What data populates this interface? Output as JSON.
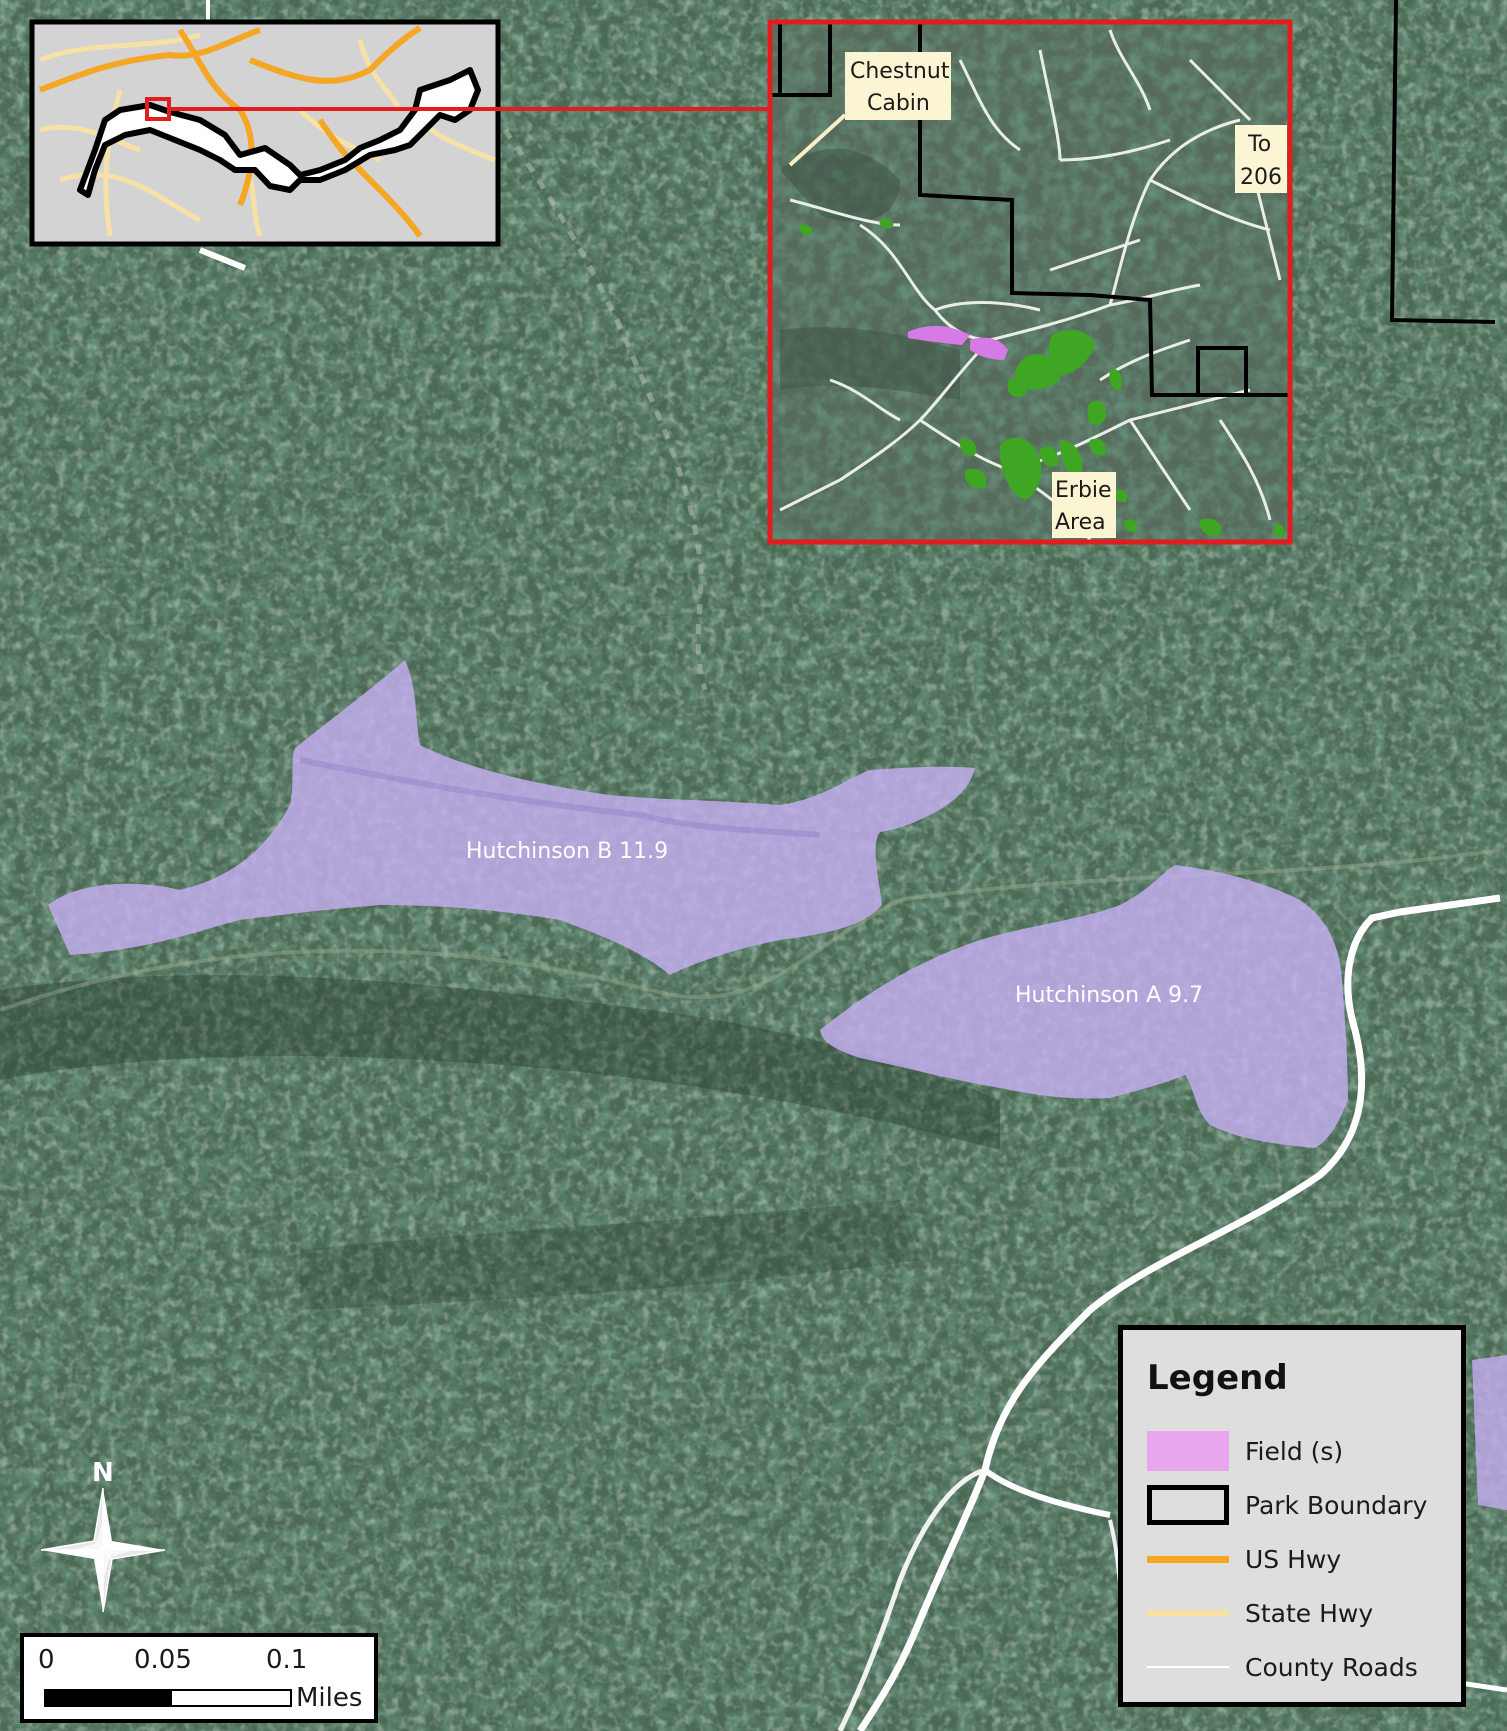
{
  "fields": [
    {
      "name": "Hutchinson B 11.9"
    },
    {
      "name": "Hutchinson A 9.7"
    }
  ],
  "inset": {
    "callouts": {
      "chestnut": [
        "Chestnut",
        "Cabin"
      ],
      "to206": [
        "To",
        "206"
      ],
      "erbie": [
        "Erbie",
        "Area"
      ]
    }
  },
  "legend": {
    "title": "Legend",
    "items": [
      {
        "label": "Field (s)",
        "kind": "fill",
        "color": "#e8a6ee"
      },
      {
        "label": "Park Boundary",
        "kind": "outline",
        "color": "#000000"
      },
      {
        "label": "US Hwy",
        "kind": "line",
        "color": "#f5a623"
      },
      {
        "label": "State Hwy",
        "kind": "line",
        "color": "#f7e1a6"
      },
      {
        "label": "County Roads",
        "kind": "thin-line",
        "color": "#ffffff"
      }
    ]
  },
  "scale": {
    "ticks": [
      "0",
      "0.05",
      "0.1"
    ],
    "units": "Miles"
  },
  "north": {
    "letter": "N"
  },
  "colors": {
    "field": "#c6aef0",
    "boundary": "#000000",
    "inset_frame": "#e01e1e",
    "road": "#ffffff",
    "us_hwy": "#f5a623",
    "state_hwy": "#f7e1a6",
    "inset_field_purple": "#d67ae6",
    "inset_field_green": "#3fa624"
  }
}
